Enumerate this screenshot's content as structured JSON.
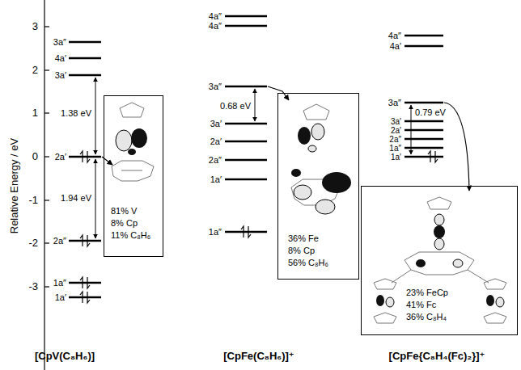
{
  "diagram": {
    "nodes": [
      {
        "text": [
          "81% V",
          "8% Cp",
          "11% C₈H₆"
        ]
      },
      {
        "text": [
          "36% Fe",
          "8% Cp",
          "56% C₈H₆"
        ]
      },
      {
        "text": [
          "23% FeCp",
          "41% Fc",
          "36% C₈H₄"
        ]
      }
    ],
    "labels": [
      "Relative Energy / eV",
      "3",
      "2",
      "1",
      "0",
      "-1",
      "-2",
      "-3",
      "3a″",
      "4a′",
      "3a′",
      "2a′",
      "2a″",
      "1a″",
      "1a′",
      "1.38 eV",
      "1.94 eV",
      "4a″",
      "4a″",
      "3a″",
      "3a′",
      "2a′",
      "2a″",
      "1a′",
      "1a″",
      "0.68 eV",
      "4a″",
      "4a′",
      "3a″",
      "3a′",
      "2a′",
      "2a″",
      "1a″",
      "1a′",
      "0.79 eV",
      "[CpV(C₈H₆)]",
      "[CpFe(C₈H₆)]⁺",
      "[CpFe{C₈H₄(Fc)₂}]⁺"
    ]
  }
}
